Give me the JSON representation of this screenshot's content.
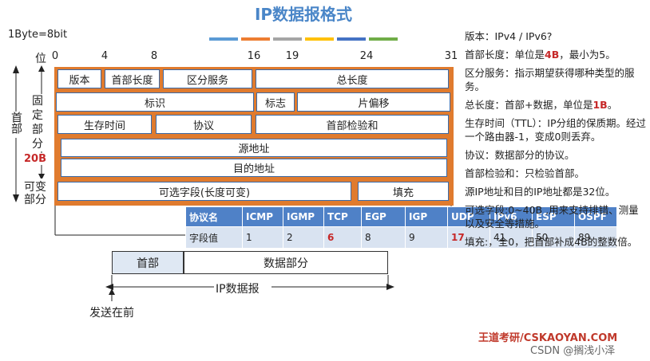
{
  "title": "IP数据报格式",
  "stripe_colors": [
    "#5b9bd5",
    "#ed7d31",
    "#a5a5a5",
    "#ffc000",
    "#4472c4",
    "#70ad47"
  ],
  "byte_note": "1Byte=8bit",
  "bit_word": "位",
  "bits": [
    "0",
    "4",
    "8",
    "16",
    "19",
    "24",
    "31"
  ],
  "fields": {
    "version": "版本",
    "ihl": "首部长度",
    "tos": "区分服务",
    "total_length": "总长度",
    "identification": "标识",
    "flags": "标志",
    "fragment_offset": "片偏移",
    "ttl": "生存时间",
    "protocol": "协议",
    "checksum": "首部检验和",
    "src": "源地址",
    "dst": "目的地址",
    "options": "可选字段(长度可变)",
    "padding": "填充"
  },
  "side": {
    "header": "首部",
    "fixed": [
      "固",
      "定",
      "部",
      "分"
    ],
    "fixed_size": "20B",
    "variable": "可变",
    "variable2": "部分"
  },
  "protocol_table": {
    "headers": [
      "协议名",
      "ICMP",
      "IGMP",
      "TCP",
      "EGP",
      "IGP",
      "UDP",
      "IPv6",
      "ESP",
      "OSPF"
    ],
    "row_label": "字段值",
    "values": [
      "1",
      "2",
      "6",
      "8",
      "9",
      "17",
      "41",
      "50",
      "89"
    ]
  },
  "packet": {
    "header": "首部",
    "data": "数据部分",
    "datagram": "IP数据报",
    "send_first": "发送在前"
  },
  "notes": {
    "n1": "版本：IPv4 / IPv6?",
    "n2a": "首部长度：单位是",
    "n2b": "4B",
    "n2c": "，最小为5。",
    "n3": "区分服务：指示期望获得哪种类型的服务。",
    "n4a": "总长度：首部+数据，单位是",
    "n4b": "1B",
    "n4c": "。",
    "n5": "生存时间（TTL）：IP分组的保质期。经过一个路由器-1，变成0则丢弃。",
    "n6": "协议：数据部分的协议。",
    "n7": "首部检验和：只检验首部。",
    "n8": "源IP地址和目的IP地址都是32位。",
    "n9": "可选字段:0~40B ,用来支持排错、测量以及安全等措施。",
    "n10": "填充:，全0，把首部补成4B的整数倍。"
  },
  "brand": "王道考研/CSKAOYAN.COM",
  "watermark": "CSDN @搁浅小泽"
}
